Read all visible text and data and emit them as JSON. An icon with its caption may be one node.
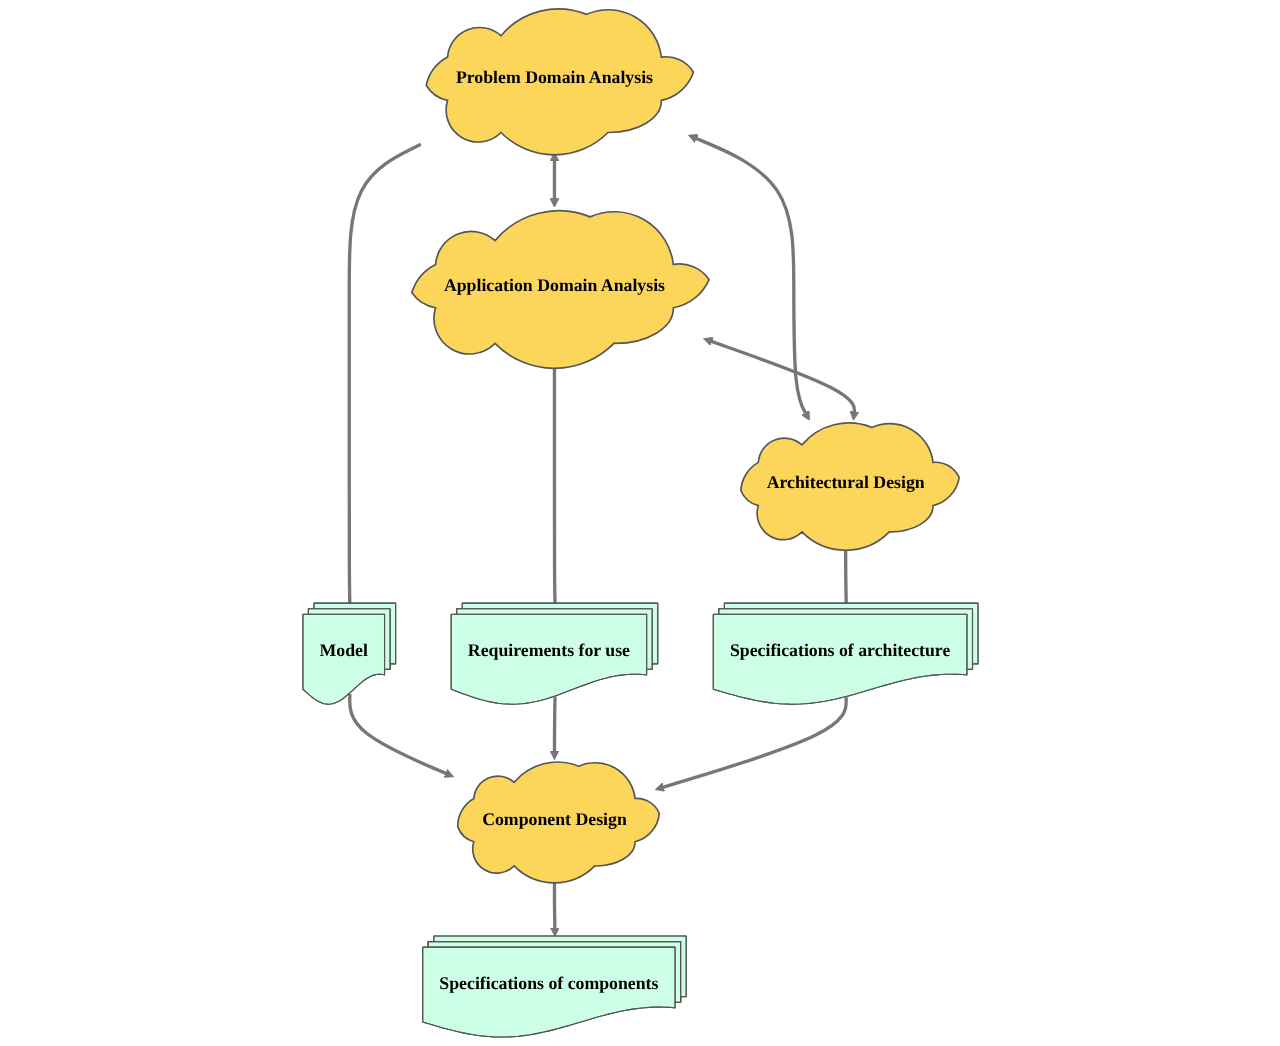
{
  "diagram": {
    "nodes": [
      {
        "text": [
          "Problem Domain Analysis"
        ]
      },
      {
        "text": [
          "Application Domain Analysis"
        ]
      },
      {
        "text": [
          "Requirements for use"
        ]
      },
      {
        "text": [
          "Model"
        ]
      },
      {
        "text": [
          "Component Design"
        ]
      },
      {
        "text": [
          "Specifications of components"
        ]
      },
      {
        "text": [
          "Specifications of architecture"
        ]
      },
      {
        "text": [
          "Architectural Design"
        ]
      }
    ],
    "edges": [
      {
        "from": 0,
        "to": 1,
        "arrow": "both"
      },
      {
        "from": 0,
        "to": 7,
        "arrow": "both"
      },
      {
        "from": 1,
        "to": 7,
        "arrow": "both"
      },
      {
        "from": 0,
        "to": 3,
        "arrow": "none"
      },
      {
        "from": 3,
        "to": 4,
        "arrow": "to"
      },
      {
        "from": 1,
        "to": 2,
        "arrow": "none"
      },
      {
        "from": 2,
        "to": 4,
        "arrow": "to"
      },
      {
        "from": 4,
        "to": 5,
        "arrow": "to"
      },
      {
        "from": 7,
        "to": 6,
        "arrow": "none"
      },
      {
        "from": 6,
        "to": 4,
        "arrow": "to"
      }
    ]
  }
}
